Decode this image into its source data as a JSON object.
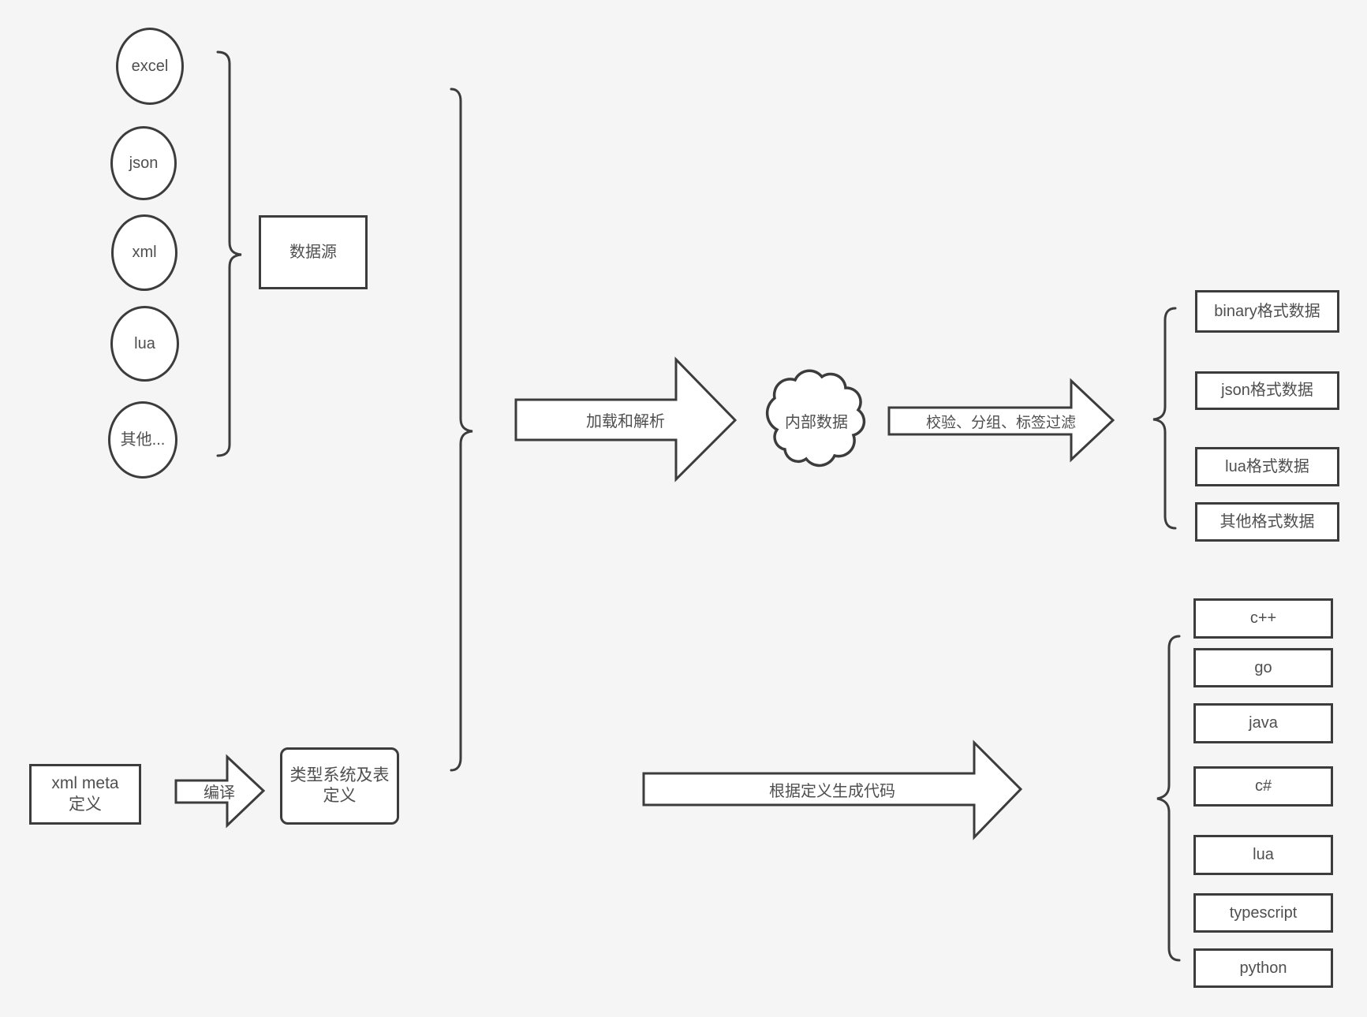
{
  "diagram": {
    "sources": [
      {
        "label": "excel"
      },
      {
        "label": "json"
      },
      {
        "label": "xml"
      },
      {
        "label": "lua"
      },
      {
        "label": "其他..."
      }
    ],
    "datasource": {
      "label": "数据源"
    },
    "flow": {
      "load_arrow_label": "加载和解析",
      "internal_data_label": "内部数据",
      "filter_arrow_label": "校验、分组、标签过滤",
      "generate_arrow_label": "根据定义生成代码",
      "compile_arrow_label": "编译"
    },
    "definitions": {
      "xml_meta_label": "xml meta定义",
      "type_system_label": "类型系统及表定义"
    },
    "data_formats": [
      {
        "label": "binary格式数据"
      },
      {
        "label": "json格式数据"
      },
      {
        "label": "lua格式数据"
      },
      {
        "label": "其他格式数据"
      }
    ],
    "languages": [
      {
        "label": "c++"
      },
      {
        "label": "go"
      },
      {
        "label": "java"
      },
      {
        "label": "c#"
      },
      {
        "label": "lua"
      },
      {
        "label": "typescript"
      },
      {
        "label": "python"
      }
    ]
  },
  "colors": {
    "background": "#f5f5f6",
    "stroke": "#3c3c3c",
    "shape_fill": "#ffffff",
    "text": "#4f4f4f"
  }
}
